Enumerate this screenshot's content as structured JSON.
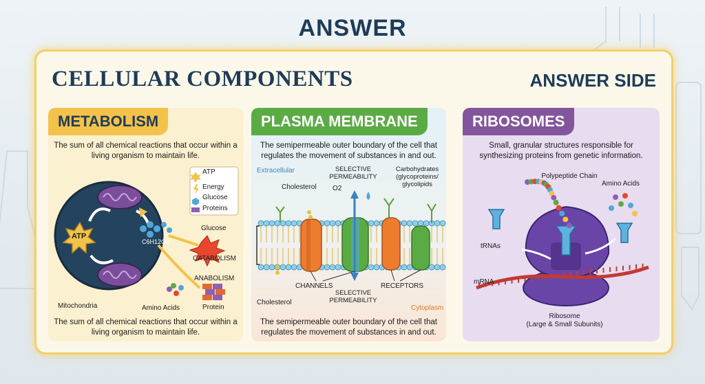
{
  "header": {
    "title": "ANSWER"
  },
  "card": {
    "title": "CELLULAR COMPONENTS",
    "side_label": "ANSWER SIDE"
  },
  "metabolism": {
    "title": "METABOLISM",
    "description_top": "The sum of all chemical reactions that occur within a living organism to maintain life.",
    "description_bottom": "The sum of all chemical reactions that occur within a living organism to maintain life.",
    "legend": [
      "ATP",
      "Energy",
      "Glucose",
      "Proteins"
    ],
    "labels": {
      "atp": "ATP",
      "formula": "C6H12O6",
      "glucose": "Glucose",
      "catabolism": "CATABOLISM",
      "anabolism": "ANABOLISM",
      "protein": "Protein",
      "amino_acids": "Amino Acids",
      "mitochondria": "Mitochondria"
    }
  },
  "membrane": {
    "title": "PLASMA MEMBRANE",
    "description_top": "The semipermeable outer boundary of the cell that regulates the movement of substances in and out.",
    "description_bottom": "The semipermeable outer boundary of the cell that regulates the movement of substances in and out.",
    "labels": {
      "extracellular": "Extracellular",
      "selective_top": "SELECTIVE PERMEABILITY",
      "carbohydrates": "Carbohydrates (glycoproteins/ glycolipids",
      "cholesterol_top": "Cholesterol",
      "o2": "O2",
      "channels": "CHANNELS",
      "receptors": "RECEPTORS",
      "selective_bottom": "SELECTIVE PERMEABILITY",
      "cholesterol_bottom": "Cholesterol",
      "cytoplasm": "Cytoplasm"
    }
  },
  "ribosomes": {
    "title": "RIBOSOMES",
    "description_top": "Small, granular structures responsible for synthesizing proteins from genetic information.",
    "labels": {
      "polypeptide": "Polypeptide Chain",
      "amino_acids": "Amino Acids",
      "trnas": "tRNAs",
      "mrna": "mRNA",
      "ribosome": "Ribosome",
      "subunits": "(Large & Small Subunits)"
    }
  },
  "colors": {
    "metabolism_accent": "#f3c24a",
    "membrane_accent": "#5bab45",
    "ribosome_accent": "#83559c",
    "title_color": "#1f3b57"
  }
}
